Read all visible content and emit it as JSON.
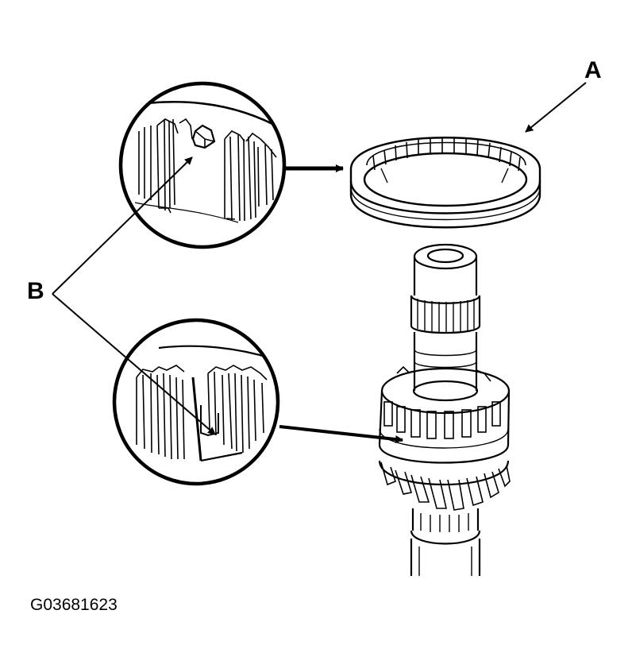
{
  "labels": {
    "a": "A",
    "b": "B"
  },
  "figure_id": "G03681623",
  "colors": {
    "line": "#000000",
    "background": "#ffffff"
  }
}
